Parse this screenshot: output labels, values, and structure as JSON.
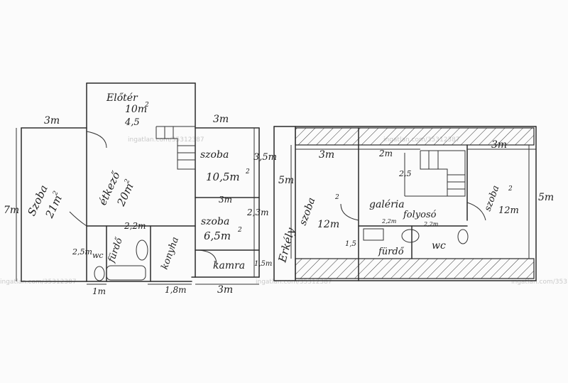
{
  "watermark": "ingatlan.com/35312387",
  "ground_floor": {
    "eloter": {
      "name": "Előtér",
      "area": "10m",
      "sup": "2",
      "dim": "4,5"
    },
    "szoba_big": {
      "name": "Szoba",
      "area": "21m",
      "sup": "2"
    },
    "etkezo": {
      "name": "étkező",
      "area": "20m",
      "sup": "2"
    },
    "szoba_1": {
      "name": "szoba",
      "area": "10,5m",
      "sup": "2"
    },
    "szoba_2": {
      "name": "szoba",
      "area": "6,5m",
      "sup": "2"
    },
    "furdo": "fürdő",
    "wc": "wc",
    "konyha": "konyha",
    "kamra": "kamra",
    "dims": {
      "top_left_width": "3m",
      "top_right_width": "3m",
      "left_height": "7m",
      "right_h1": "3,5m",
      "right_h2": "2,3m",
      "right_h3": "1,5m",
      "mid_width": "3m",
      "furdo_w": "2,2m",
      "wc_h": "2,5m",
      "bottom_left": "1m",
      "bottom_mid": "1,8m",
      "bottom_right": "3m"
    }
  },
  "upper_floor": {
    "erkely": "Erkély",
    "szoba_left": {
      "name": "szoba",
      "area": "12m",
      "sup": "2"
    },
    "galeria": {
      "line1": "galéria",
      "line2": "folyosó"
    },
    "szoba_right": {
      "name": "szoba",
      "area": "12m",
      "sup": "2"
    },
    "furdo": "fürdő",
    "wc": "wc",
    "dims": {
      "top_left": "3m",
      "top_mid": "2m",
      "top_right": "3m",
      "left_height": "5m",
      "right_height": "5m",
      "stair_h": "2,5",
      "small_1": "2,2m",
      "small_2": "2,2m",
      "small_3": "1,5"
    }
  }
}
